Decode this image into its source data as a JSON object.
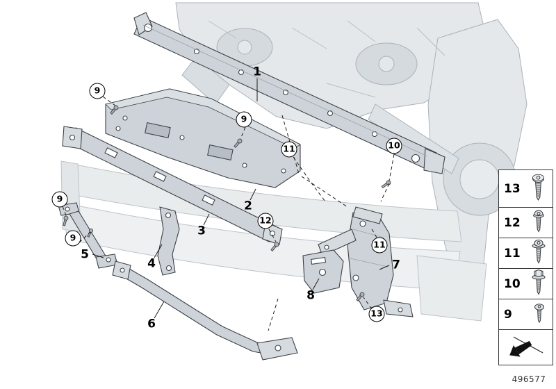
{
  "figure": {
    "part_number": "496577"
  },
  "colors": {
    "outline": "#3c4147",
    "part_fill": "#cdd3d8",
    "body_fill": "#e4e8eb",
    "callout_text": "#000000"
  },
  "callouts_plain": [
    {
      "label": "1"
    },
    {
      "label": "2"
    },
    {
      "label": "3"
    },
    {
      "label": "4"
    },
    {
      "label": "5"
    },
    {
      "label": "6"
    },
    {
      "label": "7"
    },
    {
      "label": "8"
    }
  ],
  "callouts_circled": [
    {
      "label": "9"
    },
    {
      "label": "9"
    },
    {
      "label": "9"
    },
    {
      "label": "9"
    },
    {
      "label": "10"
    },
    {
      "label": "11"
    },
    {
      "label": "11"
    },
    {
      "label": "12"
    },
    {
      "label": "13"
    }
  ],
  "legend": {
    "items": [
      {
        "label": "13",
        "icon": "countersunk-torx-screw-icon"
      },
      {
        "label": "12",
        "icon": "pan-head-screw-icon"
      },
      {
        "label": "11",
        "icon": "flange-head-screw-icon"
      },
      {
        "label": "10",
        "icon": "hex-flange-bolt-icon"
      },
      {
        "label": "9",
        "icon": "small-torx-screw-icon"
      }
    ]
  }
}
